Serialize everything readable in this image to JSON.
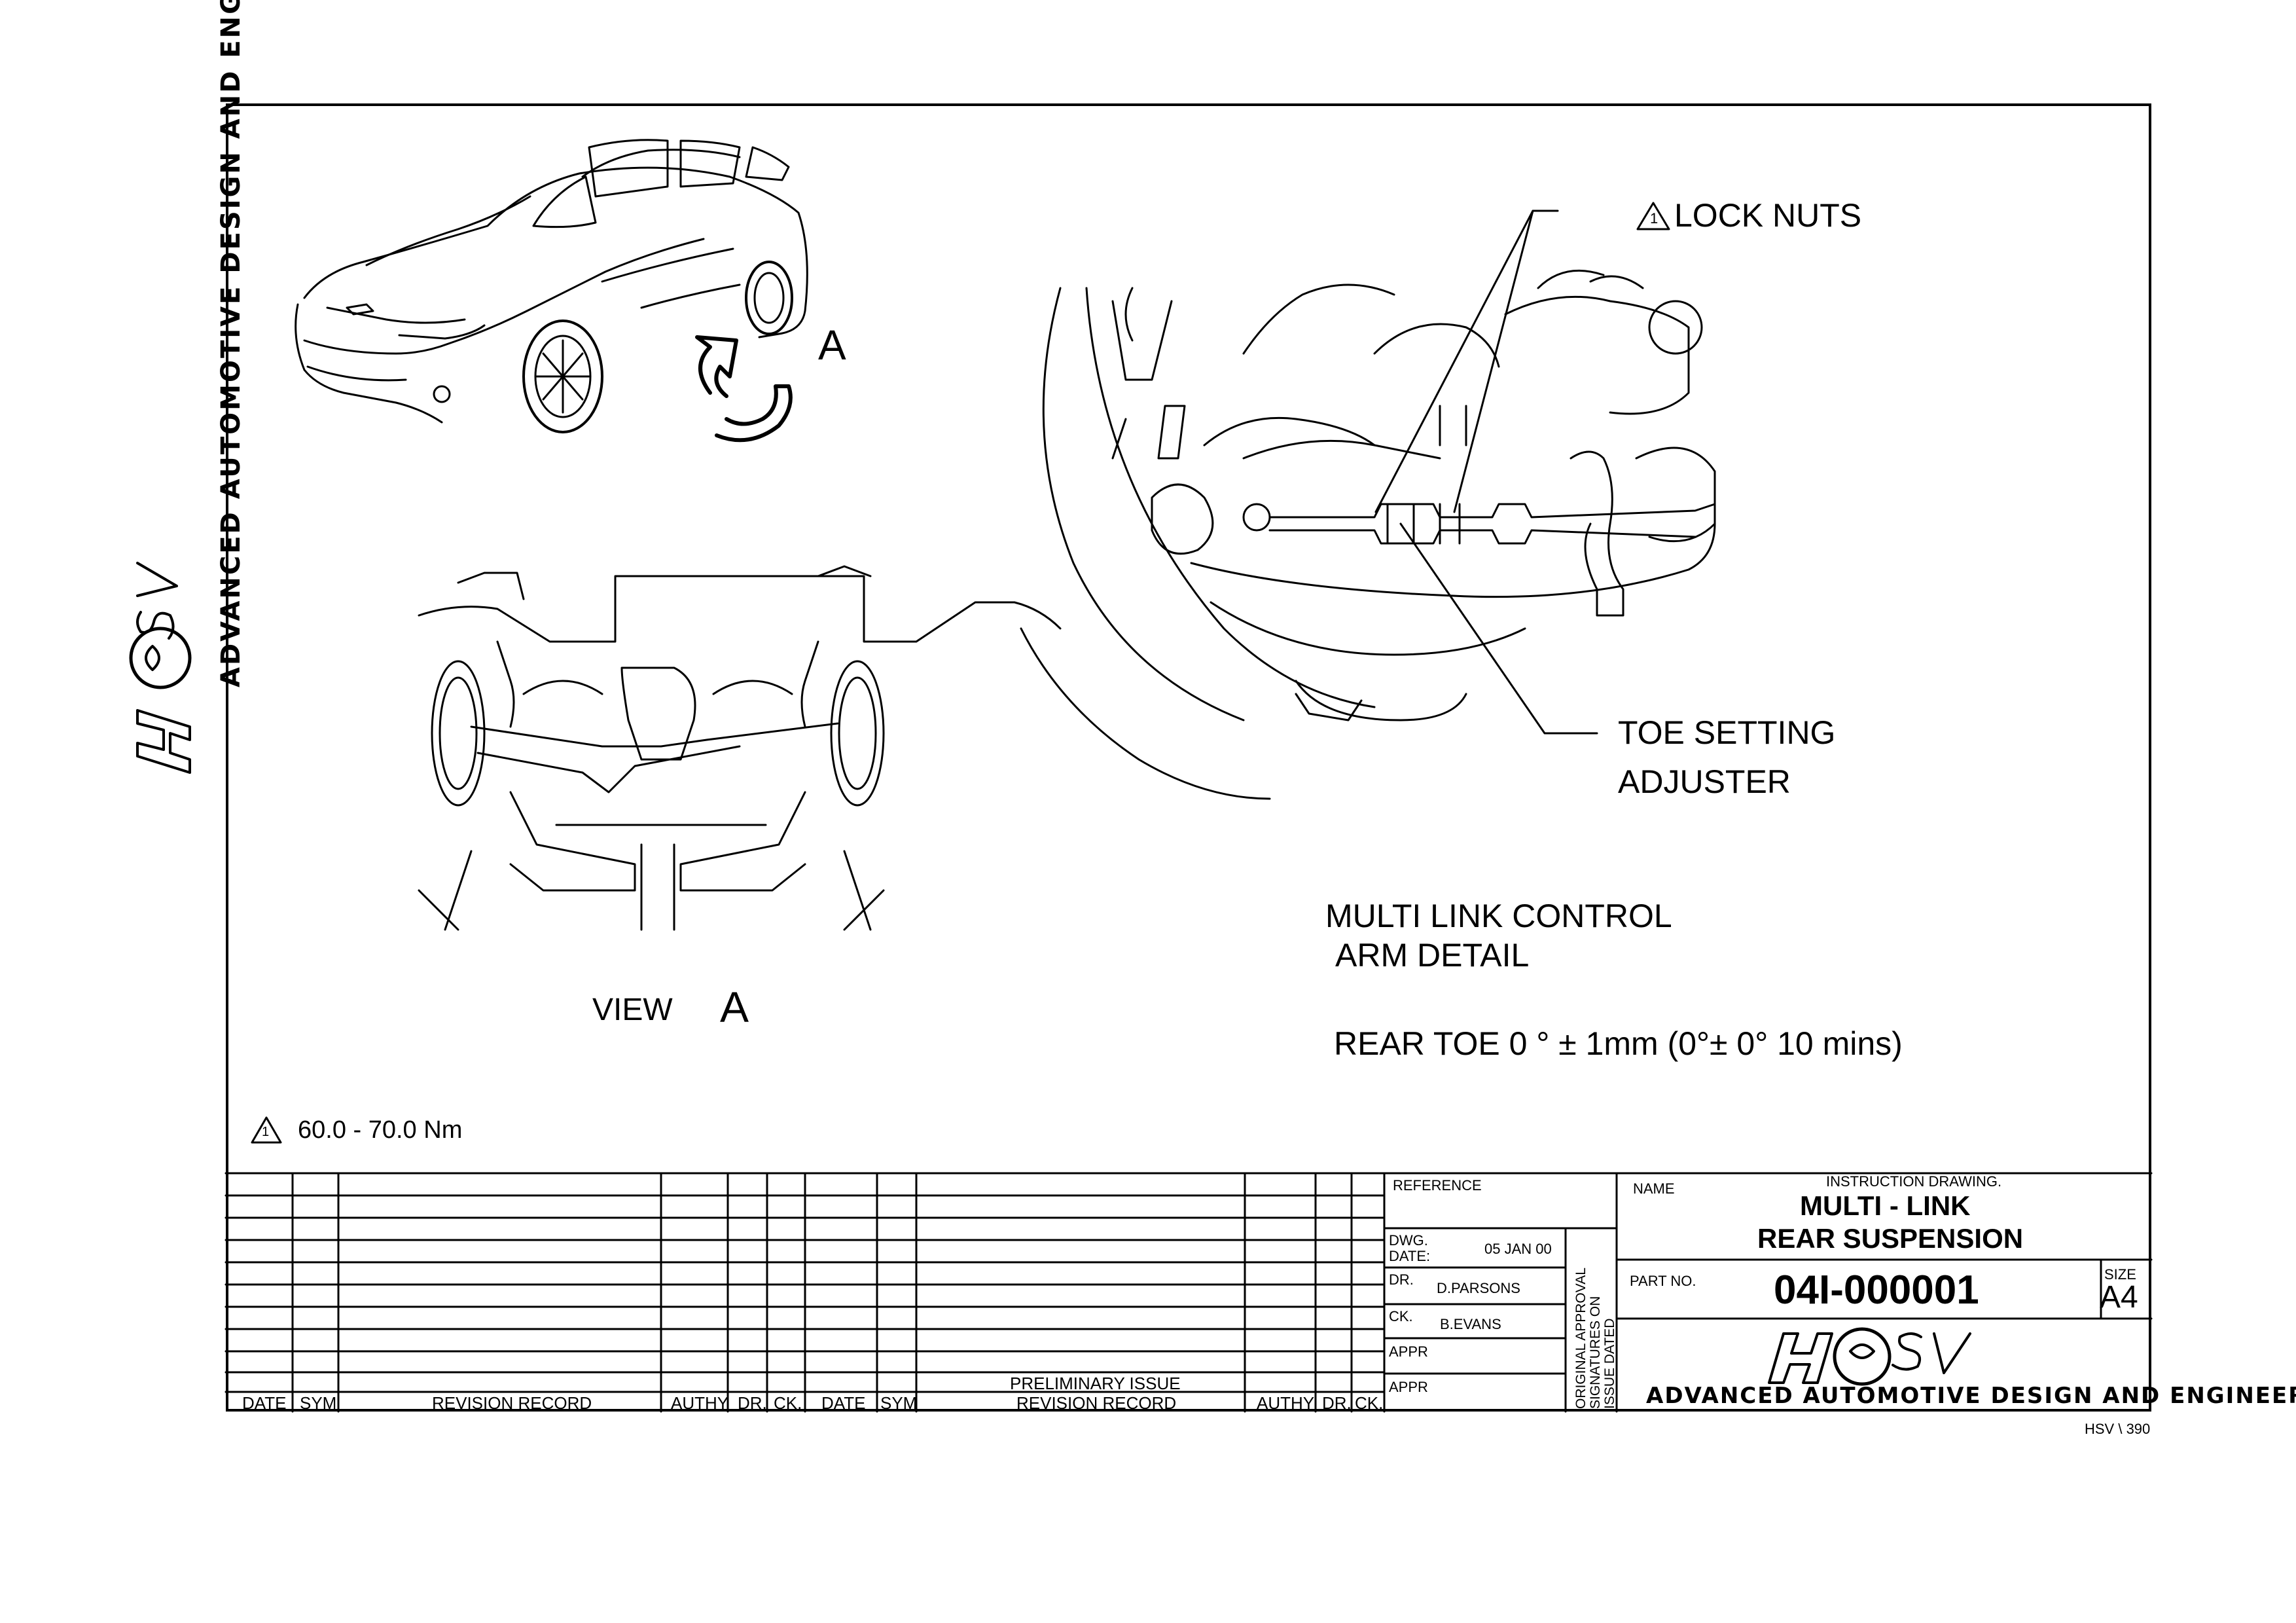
{
  "drawing": {
    "side_company": "ADVANCED AUTOMOTIVE DESIGN AND ENGINEERING",
    "logo_text": "HSV",
    "view_marker": "A",
    "view_label": "VIEW",
    "view_label_letter": "A",
    "callout_lock_nuts": "LOCK NUTS",
    "callout_toe_line1": "TOE SETTING",
    "callout_toe_line2": "ADJUSTER",
    "detail_title_line1": "MULTI LINK CONTROL",
    "detail_title_line2": "ARM DETAIL",
    "rear_toe_spec": "REAR TOE  0 ° ± 1mm (0°± 0° 10 mins)",
    "torque_note": "60.0 - 70.0  Nm",
    "warning_number": "1"
  },
  "title_block": {
    "revision_headers": [
      "DATE",
      "SYM",
      "REVISION RECORD",
      "AUTHY",
      "DR.",
      "CK.",
      "DATE",
      "SYM",
      "REVISION RECORD",
      "AUTHY",
      "DR.",
      "CK."
    ],
    "preliminary_issue": "PRELIMINARY ISSUE",
    "reference_label": "REFERENCE",
    "dwg_date_label": "DWG.\nDATE:",
    "dwg_date_line1": "DWG.",
    "dwg_date_line2": "DATE:",
    "dwg_date_value": "05 JAN 00",
    "dr_label": "DR.",
    "dr_value": "D.PARSONS",
    "ck_label": "CK.",
    "ck_value": "B.EVANS",
    "appr_label_1": "APPR",
    "appr_label_2": "APPR",
    "signature_note_1": "ORIGINAL APPROVAL",
    "signature_note_2": "SIGNATURES ON",
    "signature_note_3": "ISSUE DATED",
    "name_label": "NAME",
    "name_sub": "INSTRUCTION DRAWING.",
    "name_line1": "MULTI - LINK",
    "name_line2": "REAR SUSPENSION",
    "part_no_label": "PART NO.",
    "part_no_value": "04I-000001",
    "size_label": "SIZE",
    "size_value": "A4",
    "company": "ADVANCED AUTOMOTIVE DESIGN AND ENGINEERING",
    "doc_ref": "HSV \\ 390"
  }
}
